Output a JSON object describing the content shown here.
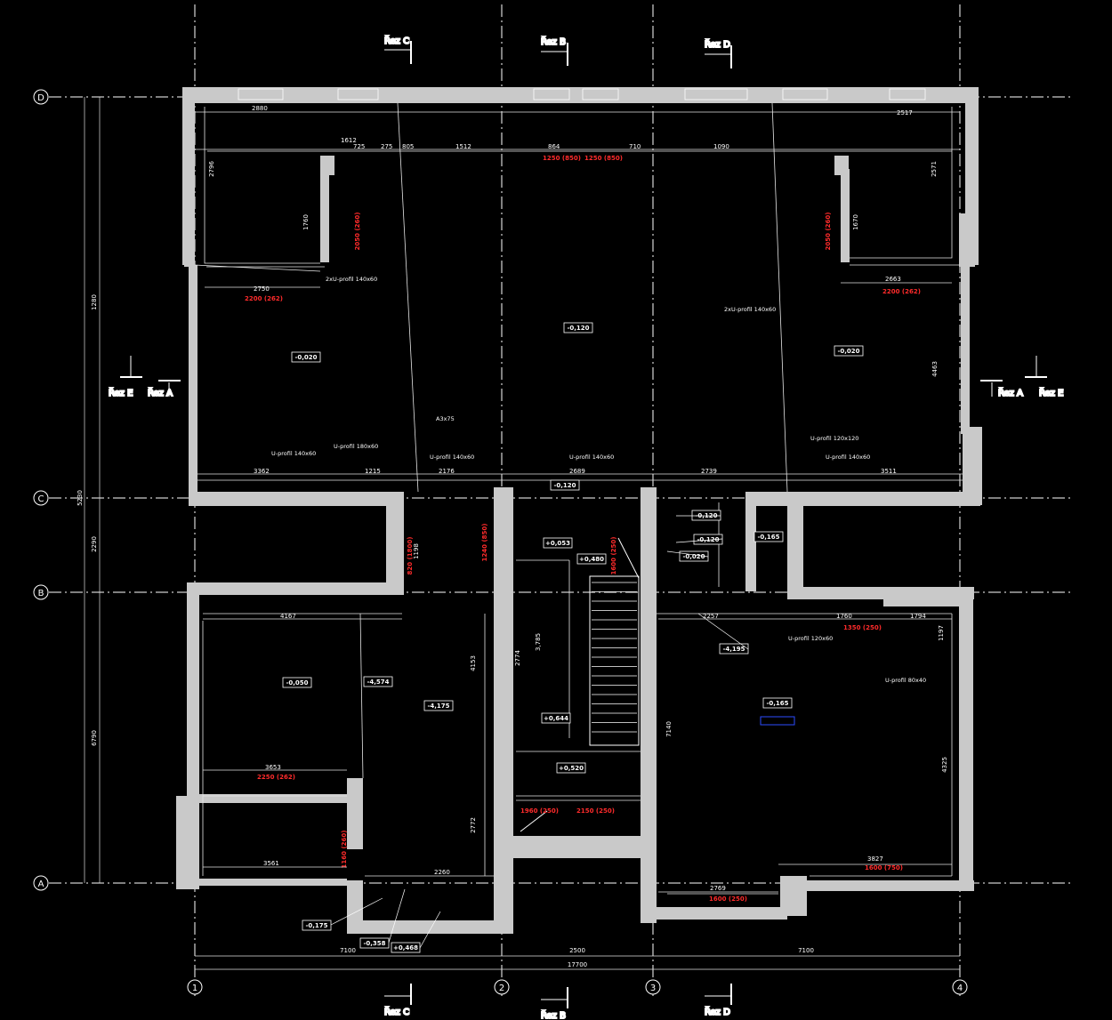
{
  "axes": {
    "vertical": [
      "1",
      "2",
      "3",
      "4"
    ],
    "horizontal": [
      "D",
      "C",
      "B",
      "A"
    ]
  },
  "cuts": {
    "top": [
      "Řez C",
      "Řez B",
      "Řez D"
    ],
    "bottom": [
      "Řez C",
      "Řez B",
      "Řez D"
    ],
    "left": [
      "Řez E",
      "Řez A"
    ],
    "right": [
      "Řez A",
      "Řez E"
    ]
  },
  "levels": {
    "center_top": "-0,120",
    "left_room": "-0,020",
    "right_room": "-0,020",
    "lower_left": "-0,050",
    "lower_left_b": "-4,574",
    "lower_mid": "-4,175",
    "stair_top": "-0,120",
    "stair_a": "+0,053",
    "stair_b": "+0,480",
    "stair_c": "+0,644",
    "stair_d": "+0,520",
    "right_small_a": "-0,120",
    "right_small_b": "-0,120",
    "right_small_c": "-0,020",
    "right_small_d": "-0,165",
    "lower_right_a": "-4,195",
    "lower_right": "-0,165",
    "bottom_a": "-0,175",
    "bottom_b": "-0,358",
    "bottom_c": "+0,468"
  },
  "overall_dims": {
    "left_total": "5230",
    "left_upper": "1280",
    "left_middle": "2290",
    "left_lower": "6790",
    "bottom_a": "7100",
    "bottom_b": "2500",
    "bottom_c": "7100",
    "bottom_total": "17700"
  },
  "notes": {
    "n1": "2xU-profil 140x60",
    "n2": "2xU-profil 140x60",
    "n3": "U-profil 140x60",
    "n4": "U-profil 180x60",
    "n5": "U-profil 140x60",
    "n6": "U-profil 140x60",
    "n7": "U-profil 120x120",
    "n8": "U-profil 140x60",
    "n9": "U-profil 120x60",
    "n10": "U-profil 80x40",
    "n11": "A3x75"
  },
  "red_dims": {
    "r1": "1250 (850)",
    "r2": "1250 (850)",
    "r3": "2200 (262)",
    "r4": "2200 (262)",
    "r5": "2050 (260)",
    "r6": "2050 (260)",
    "r7": "2250 (262)",
    "r8": "1600 (250)",
    "r9": "1960 (250)",
    "r10": "2150 (250)",
    "r11": "1350 (250)",
    "r12": "1600 (750)",
    "r13": "1240 (850)",
    "r14": "820 (1800)",
    "r15": "1160 (260)",
    "r16": "1600 (250)"
  },
  "dims": {
    "d1": "2880",
    "d2": "2517",
    "d3": "2750",
    "d4": "2663",
    "d5": "3362",
    "d6": "1215",
    "d7": "2176",
    "d8": "2689",
    "d9": "2739",
    "d10": "3511",
    "d11": "4167",
    "d12": "2257",
    "d13": "1760",
    "d14": "1794",
    "d15": "3653",
    "d16": "3561",
    "d17": "2260",
    "d18": "3827",
    "d19": "2769",
    "d20": "4463",
    "d21": "4153",
    "d22": "4325",
    "d23": "7140",
    "d24": "2772",
    "d25": "1612",
    "d26": "725",
    "d27": "275",
    "d28": "805",
    "d29": "1512",
    "d30": "710",
    "d31": "864",
    "d32": "1090",
    "d33": "2796",
    "d34": "1760",
    "d35": "2571",
    "d36": "1670",
    "d37": "3,785",
    "d38": "2774",
    "d39": "1198",
    "d40": "1197"
  }
}
